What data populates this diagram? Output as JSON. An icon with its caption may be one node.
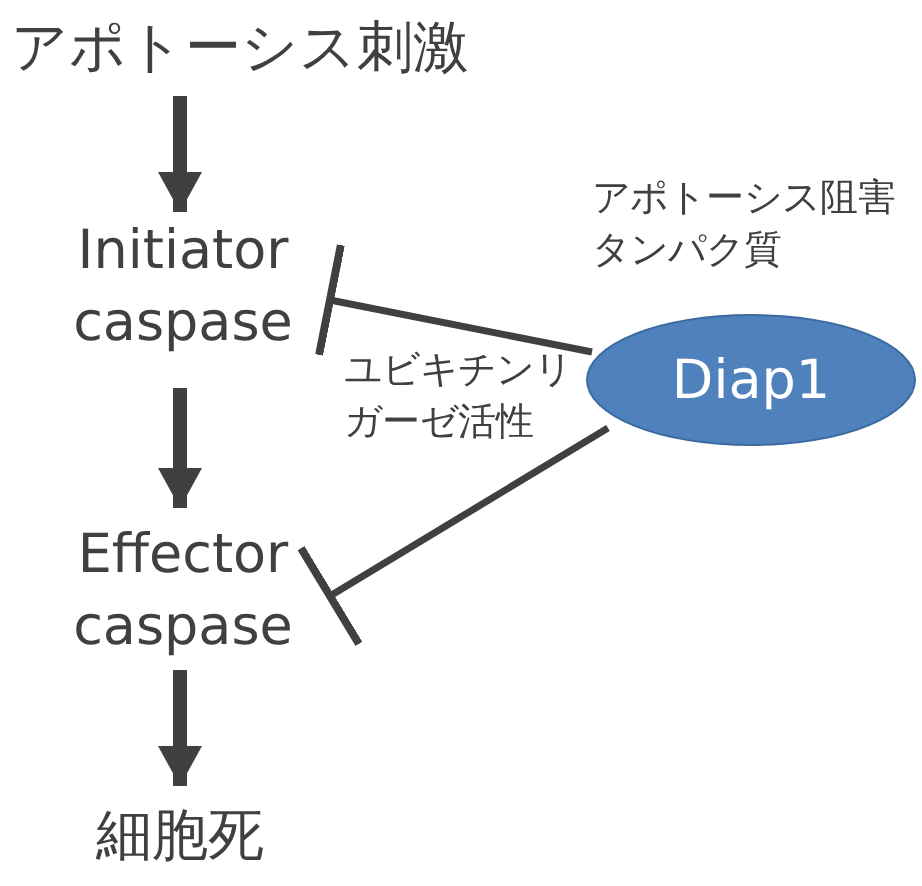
{
  "diagram": {
    "nodes": [
      {
        "text": [
          "アポトーシス刺激"
        ]
      },
      {
        "text": [
          "Initiator caspase"
        ]
      },
      {
        "text": [
          "Effector caspase"
        ]
      },
      {
        "text": [
          "細胞死"
        ]
      },
      {
        "text": [
          "Diap1"
        ],
        "beside": [
          "アポトーシス阻害タンパク質"
        ]
      }
    ],
    "edges": [
      {
        "from": 0,
        "to": 1,
        "arrow": "to"
      },
      {
        "from": 1,
        "to": 2,
        "arrow": "to"
      },
      {
        "from": 2,
        "to": 3,
        "arrow": "to"
      },
      {
        "from": 4,
        "to": 1,
        "arrow": "other"
      },
      {
        "from": 4,
        "to": 2,
        "arrow": "other"
      }
    ],
    "labels": [
      "ユビキチンリガーゼ活性"
    ]
  }
}
